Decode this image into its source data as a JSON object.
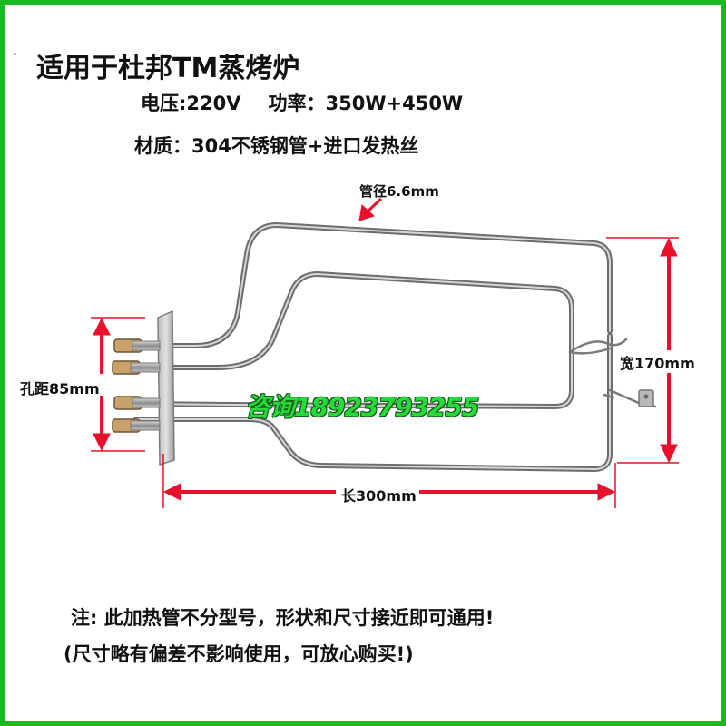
{
  "header": {
    "title": "适用于杜邦TM蒸烤炉",
    "voltage": "电压:220V",
    "power": "功率：350W+450W",
    "material": "材质：304不锈钢管+进口发热丝"
  },
  "dimensions": {
    "tube_diameter": "管径6.6mm",
    "width": "宽170mm",
    "hole_distance": "孔距85mm",
    "length": "长300mm"
  },
  "watermark": {
    "contact": "咨询18923793255"
  },
  "notes": {
    "line1": "注: 此加热管不分型号，形状和尺寸接近即可通用!",
    "line2": "(尺寸略有偏差不影响使用，可放心购买!)"
  },
  "colors": {
    "frame_border": "#19b81f",
    "dimension_arrow": "#e8102a",
    "watermark": "#29d83a",
    "tube": "#9a9a9a"
  }
}
